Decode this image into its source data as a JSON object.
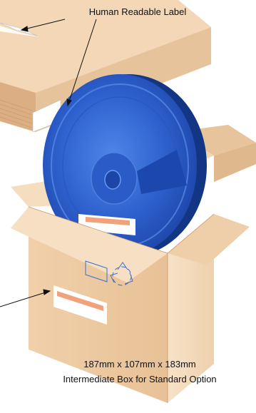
{
  "title_label": "Human Readable Label",
  "dimensions_text": "187mm x 107mm x 183mm",
  "caption_text": "Intermediate Box for Standard Option",
  "icons": [
    "recycle-icon",
    "label-window-icon"
  ],
  "colors": {
    "cardboard_light": "#f3d7b6",
    "cardboard_mid": "#e6bf95",
    "cardboard_dark": "#d6a77a",
    "reel_blue": "#2d5fcc",
    "reel_dark": "#153a8f",
    "label_orange": "#f2a27a",
    "icon_blue": "#3a6ed6"
  }
}
